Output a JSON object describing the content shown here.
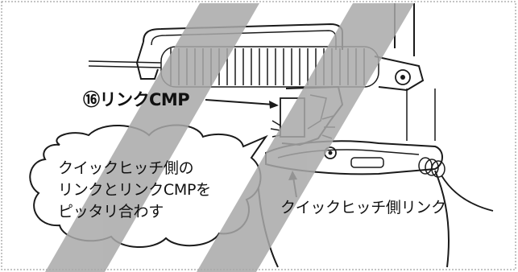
{
  "labels": {
    "part": "⑯リンクCMP",
    "hitch_side_link": "クイックヒッチ側リンク"
  },
  "callout": {
    "lines": [
      "クイックヒッチ側の",
      "リンクとリンクCMPを",
      "ピッタリ合わす"
    ]
  },
  "colors": {
    "line": "#1a1a1a",
    "watermark": "#a9a9a9",
    "background": "#ffffff"
  }
}
